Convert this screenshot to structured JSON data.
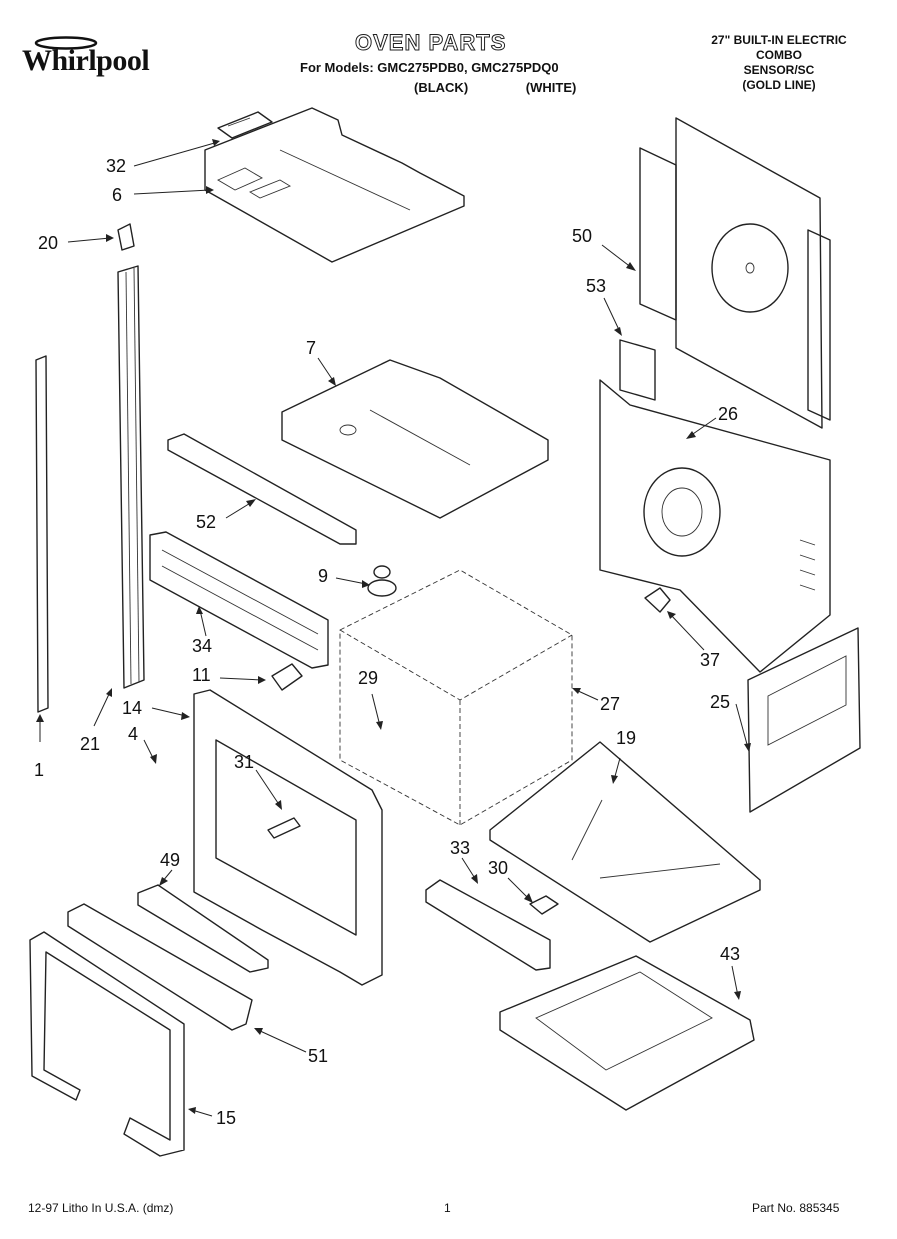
{
  "brand": "Whirlpool",
  "header": {
    "title": "OVEN PARTS",
    "models_line": "For Models: GMC275PDB0, GMC275PDQ0",
    "color_black": "(BLACK)",
    "color_white": "(WHITE)",
    "spec_line1": "27\" BUILT-IN ELECTRIC",
    "spec_line2": "COMBO",
    "spec_line3": "SENSOR/SC",
    "spec_line4": "(GOLD LINE)"
  },
  "footer": {
    "print_info": "12-97 Litho In U.S.A. (dmz)",
    "page_number": "1",
    "part_number": "Part No. 885345"
  },
  "callouts": {
    "c32": "32",
    "c6": "6",
    "c20": "20",
    "c50": "50",
    "c53": "53",
    "c7": "7",
    "c26": "26",
    "c52": "52",
    "c9": "9",
    "c34": "34",
    "c11": "11",
    "c29": "29",
    "c37": "37",
    "c14": "14",
    "c27": "27",
    "c25": "25",
    "c4": "4",
    "c21": "21",
    "c1": "1",
    "c31": "31",
    "c19": "19",
    "c49": "49",
    "c33": "33",
    "c30": "30",
    "c43": "43",
    "c51": "51",
    "c15": "15"
  }
}
